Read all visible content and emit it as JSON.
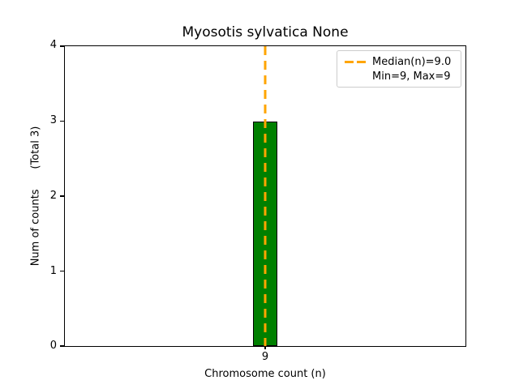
{
  "title": "Myosotis sylvatica None",
  "axes": {
    "ylabel": "Num of counts      (Total 3)",
    "xlabel": "Chromosome count (n)",
    "yticks": [
      "4",
      "3",
      "2",
      "1",
      "0"
    ],
    "xtick": "9"
  },
  "legend": {
    "median_label": "Median(n)=9.0",
    "minmax_label": "Min=9, Max=9"
  },
  "colors": {
    "bar_fill": "#008000",
    "bar_edge": "#000000",
    "median_line": "#FFA500",
    "legend_border": "#cccccc",
    "text": "#000000",
    "background": "#ffffff"
  },
  "chart_data": {
    "type": "bar",
    "categories": [
      "9"
    ],
    "values": [
      3
    ],
    "title": "Myosotis sylvatica None",
    "xlabel": "Chromosome count (n)",
    "ylabel": "Num of counts (Total 3)",
    "ylim": [
      0,
      4
    ],
    "yticks": [
      0,
      1,
      2,
      3,
      4
    ],
    "total_counts": 3,
    "median_n": 9.0,
    "min_n": 9,
    "max_n": 9,
    "median_line": {
      "x": "9",
      "style": "dashed",
      "color": "#FFA500",
      "label": "Median(n)=9.0"
    },
    "annotations": [
      "Min=9, Max=9"
    ],
    "legend_position": "upper right",
    "grid": false,
    "bar_color": "#008000",
    "bar_edge_color": "#000000"
  }
}
